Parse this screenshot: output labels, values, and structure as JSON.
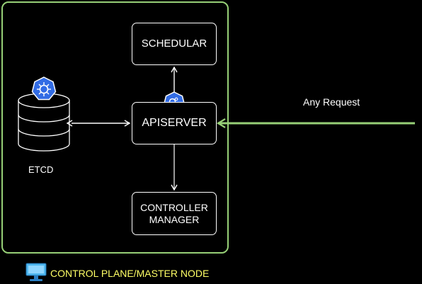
{
  "diagram": {
    "schedular_label": "SCHEDULAR",
    "apiserver_label": "APISERVER",
    "controller_label": "CONTROLLER\nMANAGER",
    "etcd_label": "ETCD",
    "request_label": "Any Request",
    "footer_label": "CONTROL PLANE/MASTER NODE"
  },
  "colors": {
    "frame_border": "#97d077",
    "request_arrow": "#97d077",
    "footer_text": "#ffff66",
    "k8s_badge": "#326ce5"
  },
  "icons": {
    "etcd_badge": "kubernetes-helm-icon",
    "apiserver_badge": "kubernetes-gear-icon",
    "footer": "computer-monitor-icon"
  }
}
